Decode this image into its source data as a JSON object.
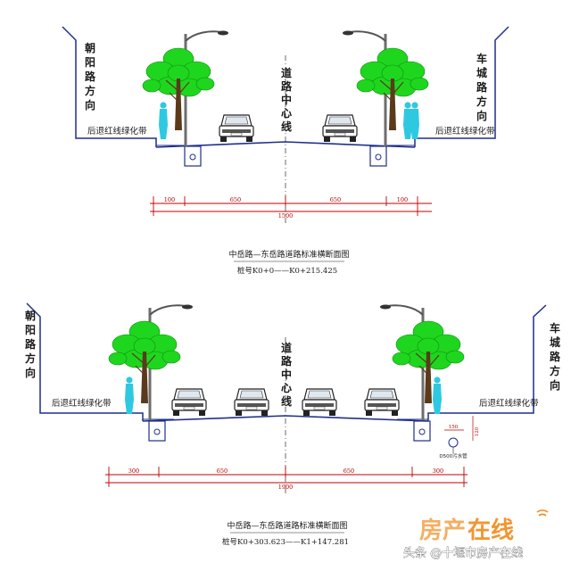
{
  "sections": [
    {
      "left_direction": "朝阳路方向",
      "right_direction": "车城路方向",
      "setback_left": "后退红线绿化带",
      "setback_right": "后退红线绿化带",
      "centerline_label": "道路中心线",
      "segments": [
        "100",
        "650",
        "650",
        "100"
      ],
      "total_width": "1500",
      "caption_title": "中岳路—东岳路道路标准横断面图",
      "caption_station": "桩号K0+0——K0+215.425"
    },
    {
      "left_direction": "朝阳路方向",
      "right_direction": "车城路方向",
      "setback_left": "后退红线绿化带",
      "setback_right": "后退红线绿化带",
      "centerline_label": "道路中心线",
      "segments": [
        "300",
        "650",
        "650",
        "300"
      ],
      "total_width": "1900",
      "caption_title": "中岳路—东岳路道路标准横断面图",
      "caption_station": "桩号K0+303.623——K1+147.281",
      "drain_label": "D500污水管",
      "drain_dims": [
        "150",
        "120"
      ]
    }
  ],
  "watermark": {
    "brand_part1": "房产",
    "brand_part2": "在线",
    "credit": "头条 @十堰市房产在线"
  },
  "colors": {
    "line": "#1f2f8a",
    "dimension": "#c00000",
    "tree": "#1fd61f",
    "brand_orange": "#f39a2a"
  }
}
